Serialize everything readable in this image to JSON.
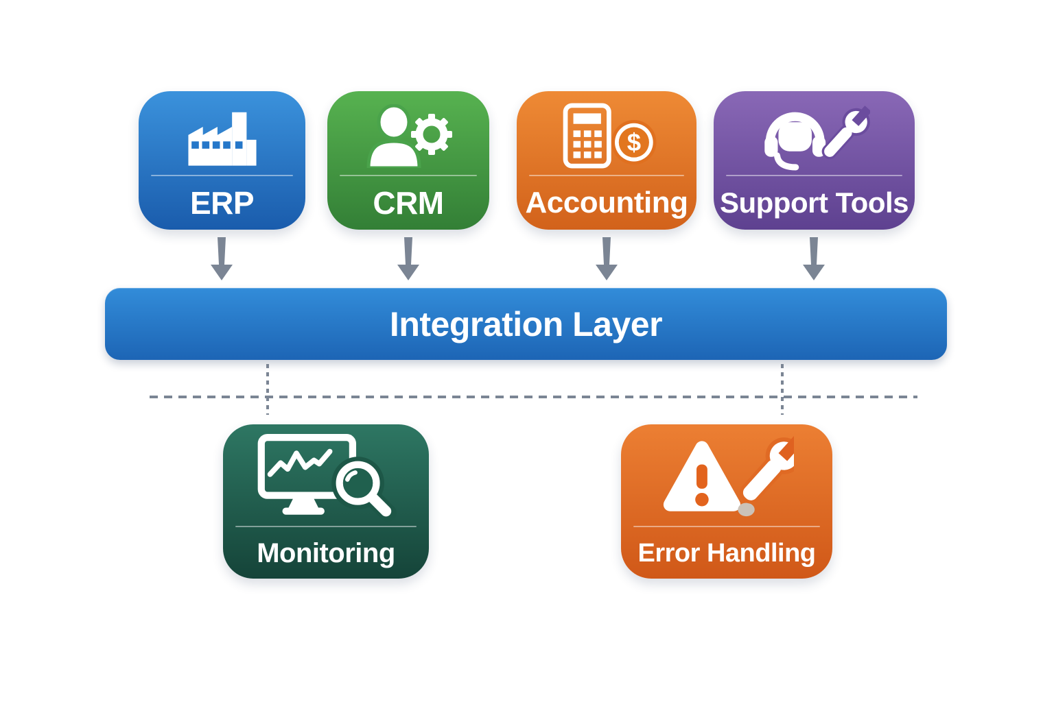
{
  "diagram": {
    "background": "#ffffff",
    "sources": [
      {
        "label": "ERP",
        "icon": "factory-icon",
        "colors": {
          "top": "#3b92dc",
          "bottom": "#1a5cac"
        }
      },
      {
        "label": "CRM",
        "icon": "customer-gear-icon",
        "colors": {
          "top": "#57b250",
          "bottom": "#337f36"
        }
      },
      {
        "label": "Accounting",
        "icon": "calculator-dollar-icon",
        "colors": {
          "top": "#ee8a35",
          "bottom": "#d2621b"
        }
      },
      {
        "label": "Support Tools",
        "icon": "headset-wrench-icon",
        "colors": {
          "top": "#8968b6",
          "bottom": "#5e4190"
        }
      }
    ],
    "integration_layer": {
      "label": "Integration Layer",
      "colors": {
        "top": "#328cd9",
        "bottom": "#1d65b5"
      }
    },
    "aux": [
      {
        "label": "Monitoring",
        "icon": "monitor-magnifier-icon",
        "colors": {
          "top": "#2e7763",
          "bottom": "#154439"
        }
      },
      {
        "label": "Error Handling",
        "icon": "warning-wrench-icon",
        "colors": {
          "top": "#ec7f33",
          "bottom": "#d05818"
        }
      }
    ],
    "connector_color": "#7b8594"
  }
}
